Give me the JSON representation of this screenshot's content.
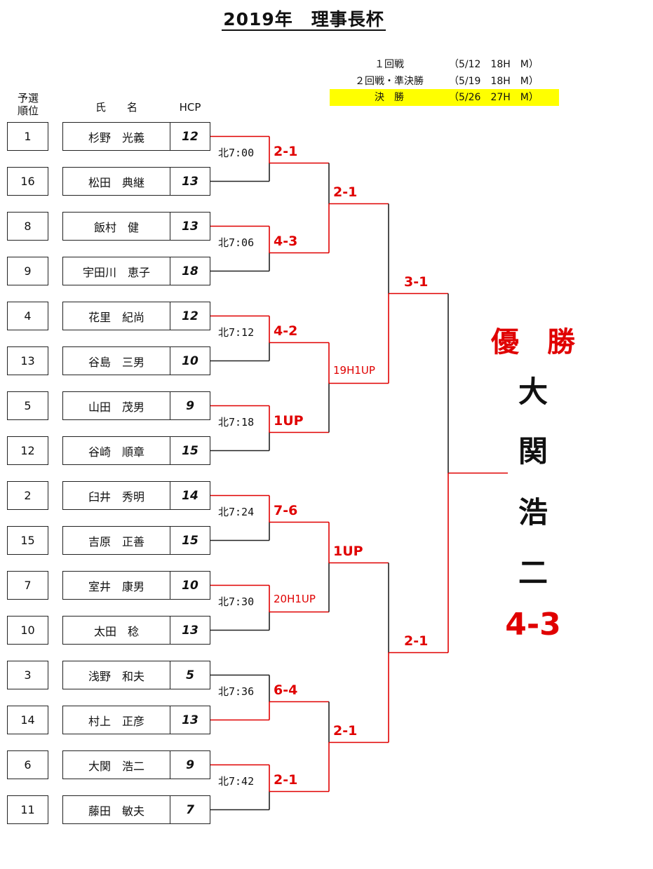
{
  "title": "2019年　理事長杯",
  "schedule": [
    {
      "round": "１回戦",
      "date": "（5/12　18H　M）",
      "highlight": false
    },
    {
      "round": "２回戦・準決勝",
      "date": "（5/19　18H　M）",
      "highlight": false
    },
    {
      "round": "決　勝",
      "date": "（5/26　27H　M）",
      "highlight": true
    }
  ],
  "headers": {
    "seed": "予選\n順位",
    "name": "氏　　名",
    "hcp": "HCP"
  },
  "players": [
    {
      "seed": "1",
      "name": "杉野　光義",
      "hcp": "12"
    },
    {
      "seed": "16",
      "name": "松田　典継",
      "hcp": "13"
    },
    {
      "seed": "8",
      "name": "飯村　健",
      "hcp": "13"
    },
    {
      "seed": "9",
      "name": "宇田川　恵子",
      "hcp": "18"
    },
    {
      "seed": "4",
      "name": "花里　紀尚",
      "hcp": "12"
    },
    {
      "seed": "13",
      "name": "谷島　三男",
      "hcp": "10"
    },
    {
      "seed": "5",
      "name": "山田　茂男",
      "hcp": "9"
    },
    {
      "seed": "12",
      "name": "谷崎　順章",
      "hcp": "15"
    },
    {
      "seed": "2",
      "name": "臼井　秀明",
      "hcp": "14"
    },
    {
      "seed": "15",
      "name": "吉原　正善",
      "hcp": "15"
    },
    {
      "seed": "7",
      "name": "室井　康男",
      "hcp": "10"
    },
    {
      "seed": "10",
      "name": "太田　稔",
      "hcp": "13"
    },
    {
      "seed": "3",
      "name": "浅野　和夫",
      "hcp": "5"
    },
    {
      "seed": "14",
      "name": "村上　正彦",
      "hcp": "13"
    },
    {
      "seed": "6",
      "name": "大関　浩二",
      "hcp": "9"
    },
    {
      "seed": "11",
      "name": "藤田　敏夫",
      "hcp": "7"
    }
  ],
  "tee_times": [
    "北7:00",
    "北7:06",
    "北7:12",
    "北7:18",
    "北7:24",
    "北7:30",
    "北7:36",
    "北7:42"
  ],
  "round1_scores": [
    "2-1",
    "4-3",
    "4-2",
    "1UP",
    "7-6",
    "20H1UP",
    "6-4",
    "2-1"
  ],
  "round2_scores": [
    "2-1",
    "19H1UP",
    "1UP",
    "2-1"
  ],
  "semifinal_scores": [
    "3-1",
    "2-1"
  ],
  "champion": {
    "label": "優　勝",
    "name": [
      "大",
      "関",
      "浩",
      "二"
    ],
    "score": "4-3"
  },
  "colors": {
    "bracket_red": "#e00000",
    "highlight": "#ffff00"
  }
}
